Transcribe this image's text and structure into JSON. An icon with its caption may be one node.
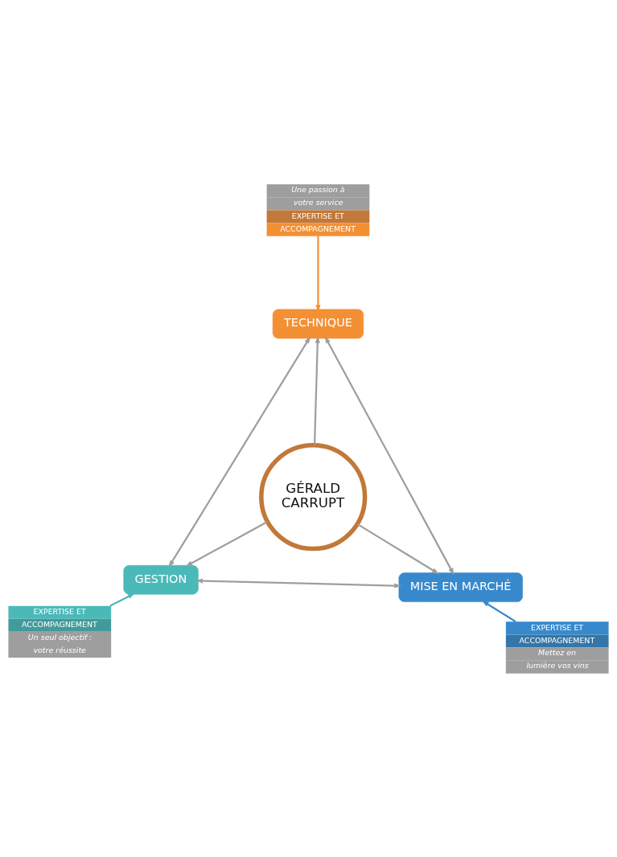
{
  "diagram": {
    "nodes": [
      {
        "text": [
          "Une passion à votre service",
          "EXPERTISE ET ACCOMPAGNEMENT"
        ]
      },
      {
        "text": [
          "TECHNIQUE"
        ]
      },
      {
        "text": [
          "GÉRALD CARRUPT"
        ]
      },
      {
        "text": [
          "GESTION"
        ]
      },
      {
        "text": [
          "MISE EN MARCHÉ"
        ]
      },
      {
        "text": [
          "EXPERTISE ET ACCOMPAGNEMENT",
          "Un seul objectif : votre réussite"
        ]
      },
      {
        "text": [
          "EXPERTISE ET ACCOMPAGNEMENT",
          "Mettez en lumière vos vins"
        ]
      }
    ],
    "edges": [
      {
        "from": 0,
        "to": 1,
        "arrow": "to",
        "color": "#f39034"
      },
      {
        "from": 2,
        "to": 1,
        "arrow": "to"
      },
      {
        "from": 1,
        "to": 4,
        "arrow": "both"
      },
      {
        "from": 1,
        "to": 3,
        "arrow": "both"
      },
      {
        "from": 2,
        "to": 3,
        "arrow": "to"
      },
      {
        "from": 2,
        "to": 4,
        "arrow": "to"
      },
      {
        "from": 3,
        "to": 4,
        "arrow": "both"
      },
      {
        "from": 5,
        "to": 3,
        "arrow": "to",
        "color": "#4cb9b9"
      },
      {
        "from": 6,
        "to": 4,
        "arrow": "to",
        "color": "#3889cc"
      }
    ]
  }
}
